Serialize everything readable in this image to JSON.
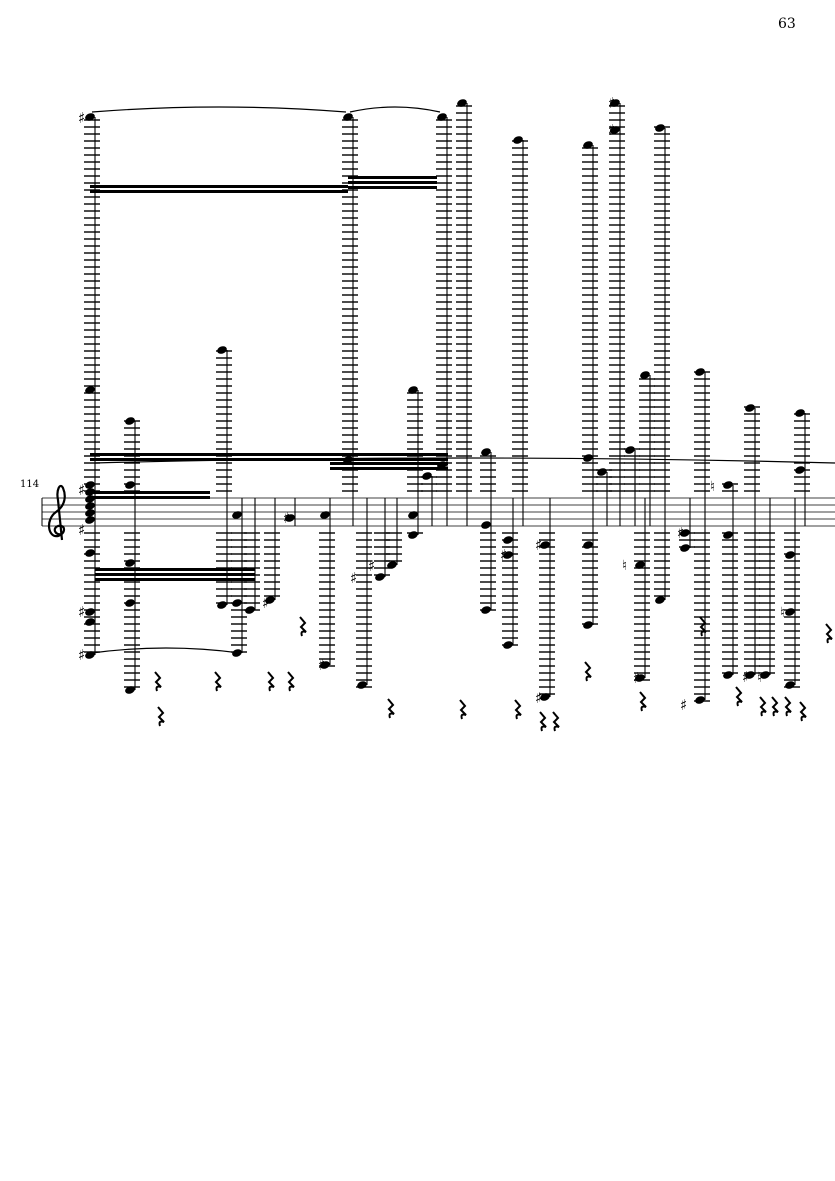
{
  "page": {
    "number": "63"
  },
  "score": {
    "measure_number": "114",
    "clef": "treble",
    "ink_color": "#000000"
  }
}
